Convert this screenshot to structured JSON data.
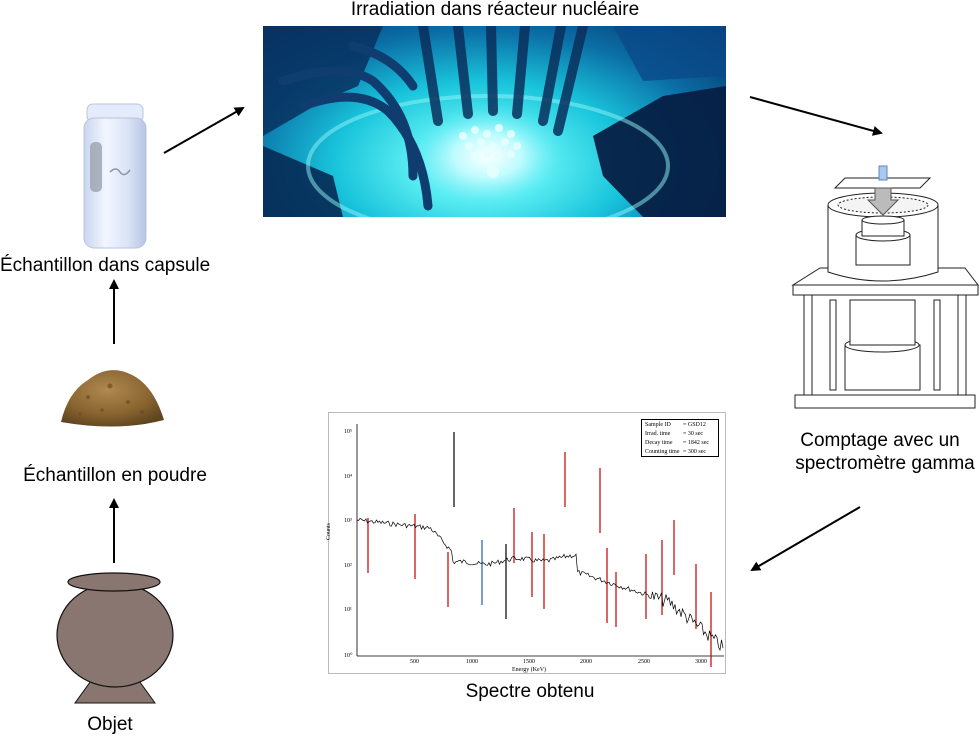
{
  "labels": {
    "irradiation": "Irradiation dans réacteur nucléaire",
    "capsule": "Échantillon dans capsule",
    "poudre": "Échantillon en poudre",
    "objet": "Objet",
    "comptage_line1": "Comptage avec un",
    "comptage_line2": "spectromètre gamma",
    "spectre": "Spectre obtenu"
  },
  "spectrum": {
    "legend": [
      {
        "key": "Sample ID",
        "value": "= GSD12"
      },
      {
        "key": "Irrad. time",
        "value": "= 30 sec"
      },
      {
        "key": "Decay time",
        "value": "= 1842 sec"
      },
      {
        "key": "Counting time",
        "value": "= 300 sec"
      }
    ],
    "xlabel": "Energy (KeV)",
    "ylabel": "Counts",
    "xticks": [
      "500",
      "1000",
      "1500",
      "2000",
      "2500",
      "3000"
    ],
    "yticks": [
      "10⁵",
      "10⁴",
      "10³",
      "10²",
      "10¹",
      "10⁰"
    ]
  },
  "colors": {
    "arrow": "#000000",
    "vessel": "#8a7670",
    "powder": "#8a6530",
    "reactor_glow": "#5ff0f4",
    "spectrum_line": "#000000",
    "peak_red": "#c00000",
    "peak_blue": "#1f5fbf"
  }
}
